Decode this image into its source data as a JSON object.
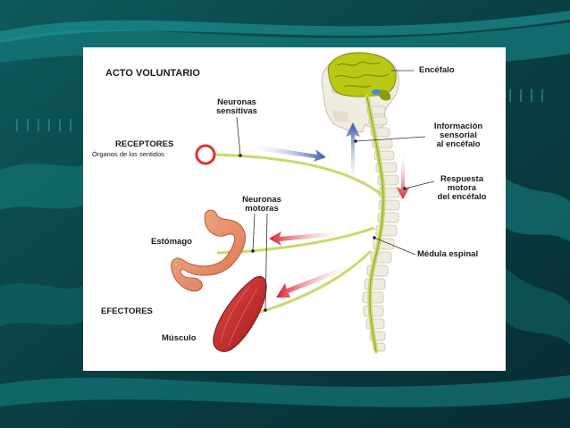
{
  "slide": {
    "colors": {
      "background": "#0b4a4d",
      "wave_light": "#1a8f8f",
      "panel": "#ffffff"
    }
  },
  "diagram": {
    "title": "ACTO VOLUNTARIO",
    "labels": {
      "encefalo": "Encéfalo",
      "neuronas_sensitivas": [
        "Neuronas",
        "sensitivas"
      ],
      "receptores": "RECEPTORES",
      "organos_sentidos": "Órganos de los sentidos",
      "informacion_sensorial": [
        "Información",
        "sensorial",
        "al encéfalo"
      ],
      "respuesta_motora": [
        "Respuesta",
        "motora",
        "del encéfalo"
      ],
      "neuronas_motoras": [
        "Neuronas",
        "motoras"
      ],
      "estomago": "Estómago",
      "medula_espinal": "Médula espinal",
      "efectores": "EFECTORES",
      "musculo": "Músculo"
    },
    "icons": [
      "brain-icon",
      "skull-icon",
      "spine-icon",
      "stomach-icon",
      "muscle-icon",
      "receptor-circle-icon"
    ],
    "colors": {
      "nerve": "#c9d96a",
      "brain": "#b9c814",
      "blue_arrow": "#3a58a8",
      "red_arrow": "#d8202c",
      "receptor": "#e03030",
      "stomach": "#e8906a",
      "muscle": "#c8282a"
    }
  }
}
